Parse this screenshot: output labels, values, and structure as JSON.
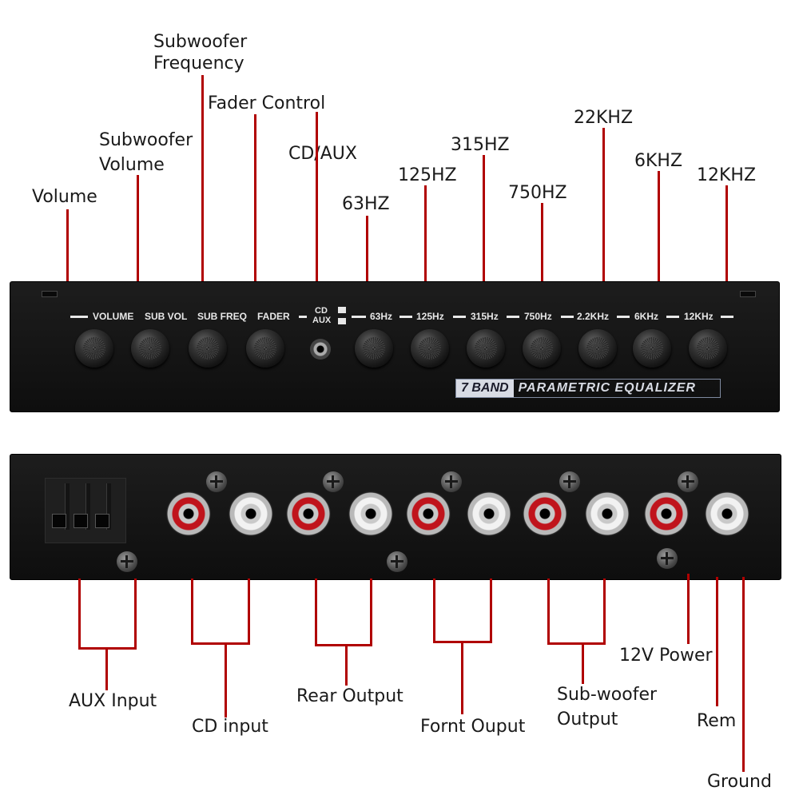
{
  "top_labels": {
    "volume": "Volume",
    "sub_volume_1": "Subwoofer",
    "sub_volume_2": "Volume",
    "sub_freq_1": "Subwoofer",
    "sub_freq_2": "Frequency",
    "fader": "Fader Control",
    "cd_aux": "CD/AUX",
    "hz63": "63HZ",
    "hz125": "125HZ",
    "hz315": "315HZ",
    "hz750": "750HZ",
    "khz22": "22KHZ",
    "khz6": "6KHZ",
    "khz12": "12KHZ"
  },
  "front_panel": {
    "volume": "VOLUME",
    "sub_vol": "SUB VOL",
    "sub_freq": "SUB FREQ",
    "fader": "FADER",
    "cd": "CD",
    "aux": "AUX",
    "hz63": "63Hz",
    "hz125": "125Hz",
    "hz315": "315Hz",
    "hz750": "750Hz",
    "khz22": "2.2KHz",
    "khz6": "6KHz",
    "khz12": "12KHz",
    "badge_left": "7 BAND",
    "badge_right": "PARAMETRIC EQUALIZER"
  },
  "bottom_labels": {
    "aux_input": "AUX Input",
    "cd_input": "CD input",
    "rear_output": "Rear Output",
    "front_output": "Fornt Ouput",
    "sub_output_1": "Sub-woofer",
    "sub_output_2": "Output",
    "power": "12V Power",
    "rem": "Rem",
    "ground": "Ground"
  },
  "colors": {
    "leader_line": "#b00000",
    "panel": "#141414",
    "rca_red": "#c0141c",
    "rca_white": "#f2f2f2"
  }
}
